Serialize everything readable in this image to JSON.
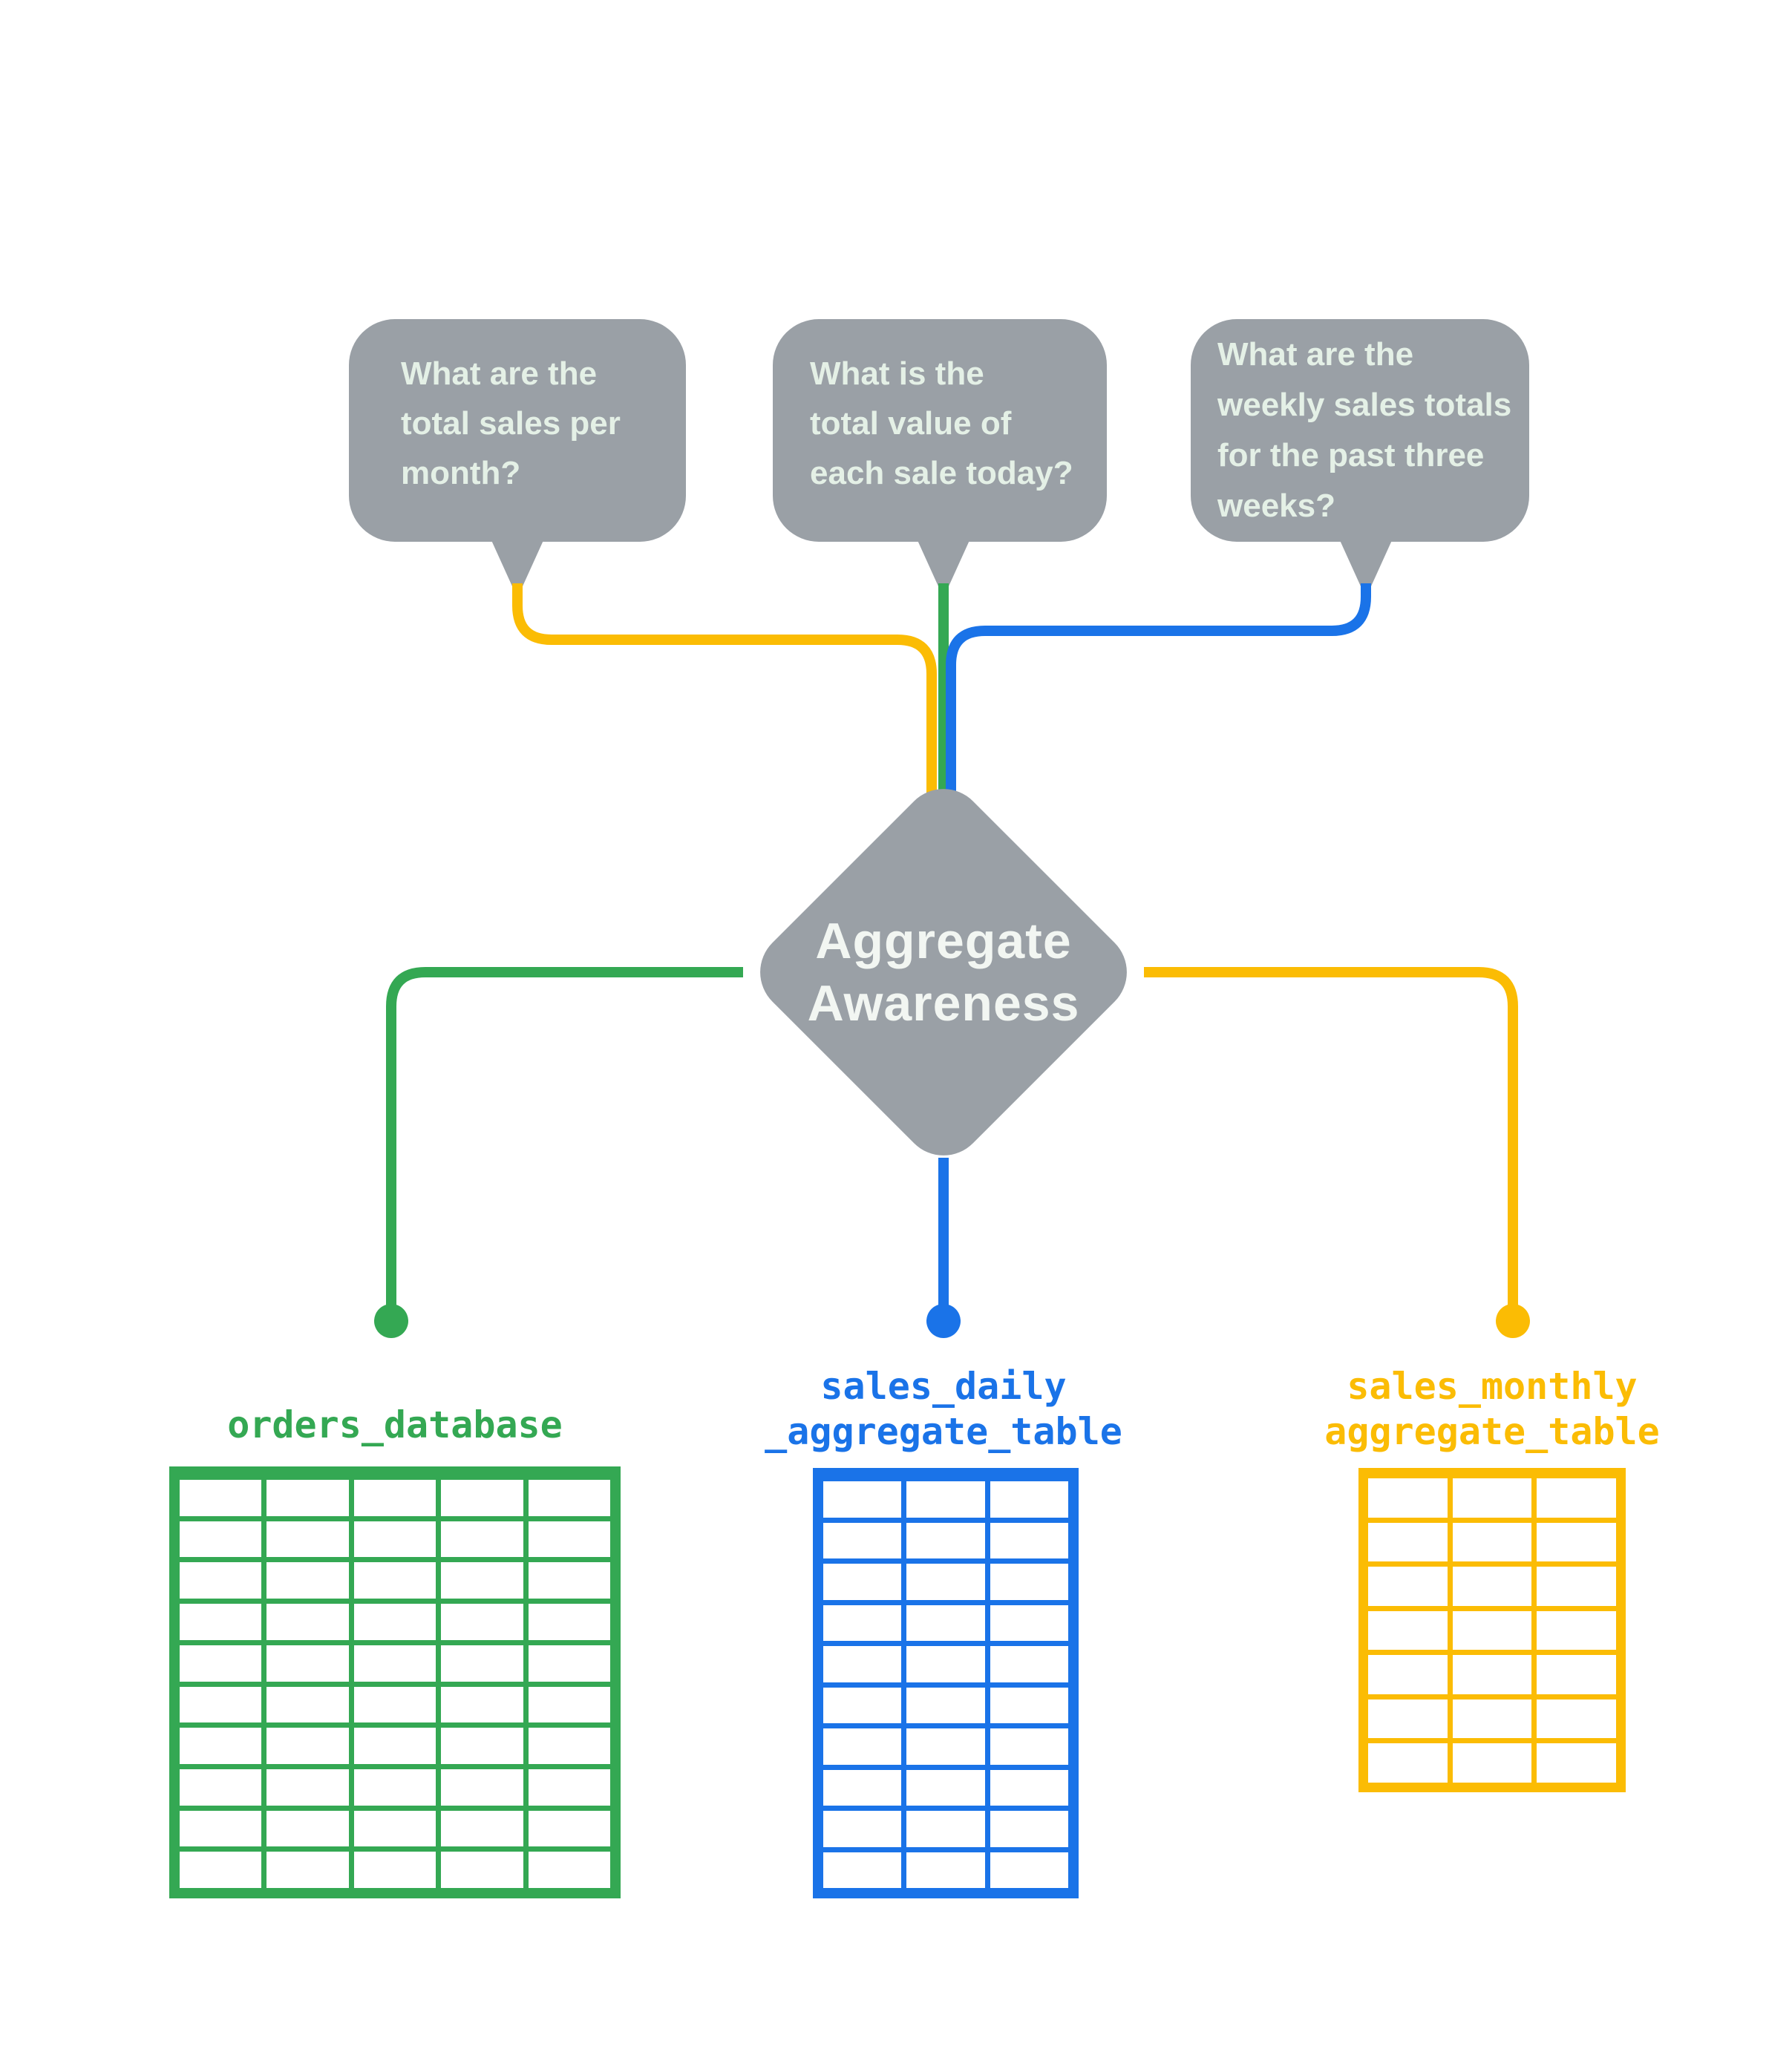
{
  "colors": {
    "green": "#34A853",
    "blue": "#1A73E8",
    "yellow": "#FBBC04",
    "gray": "#9AA0A6",
    "bubble_text": "#E4F0E6",
    "diamond_text": "#F2F6F2"
  },
  "bubbles": [
    {
      "id": "total-sales-per-month",
      "lines": [
        "What are the",
        "total sales per",
        "month?"
      ],
      "connector_color": "#FBBC04"
    },
    {
      "id": "total-value-each-sale-today",
      "lines": [
        "What is the",
        "total value of",
        "each sale today?"
      ],
      "connector_color": "#34A853"
    },
    {
      "id": "weekly-sales-totals",
      "lines": [
        "What are the",
        "weekly sales totals",
        "for the past three",
        "weeks?"
      ],
      "connector_color": "#1A73E8"
    }
  ],
  "diamond": {
    "lines": [
      "Aggregate",
      "Awareness"
    ]
  },
  "tables": [
    {
      "id": "orders-database",
      "label_lines": [
        "orders_database"
      ],
      "columns": 5,
      "rows": 10,
      "color_hex": "#34A853"
    },
    {
      "id": "sales-daily-aggregate-table",
      "label_lines": [
        "sales_daily",
        "_aggregate_table"
      ],
      "columns": 3,
      "rows": 10,
      "color_hex": "#1A73E8"
    },
    {
      "id": "sales-monthly-aggregate-table",
      "label_lines": [
        "sales_monthly",
        "aggregate_table"
      ],
      "columns": 3,
      "rows": 7,
      "color_hex": "#FBBC04"
    }
  ]
}
